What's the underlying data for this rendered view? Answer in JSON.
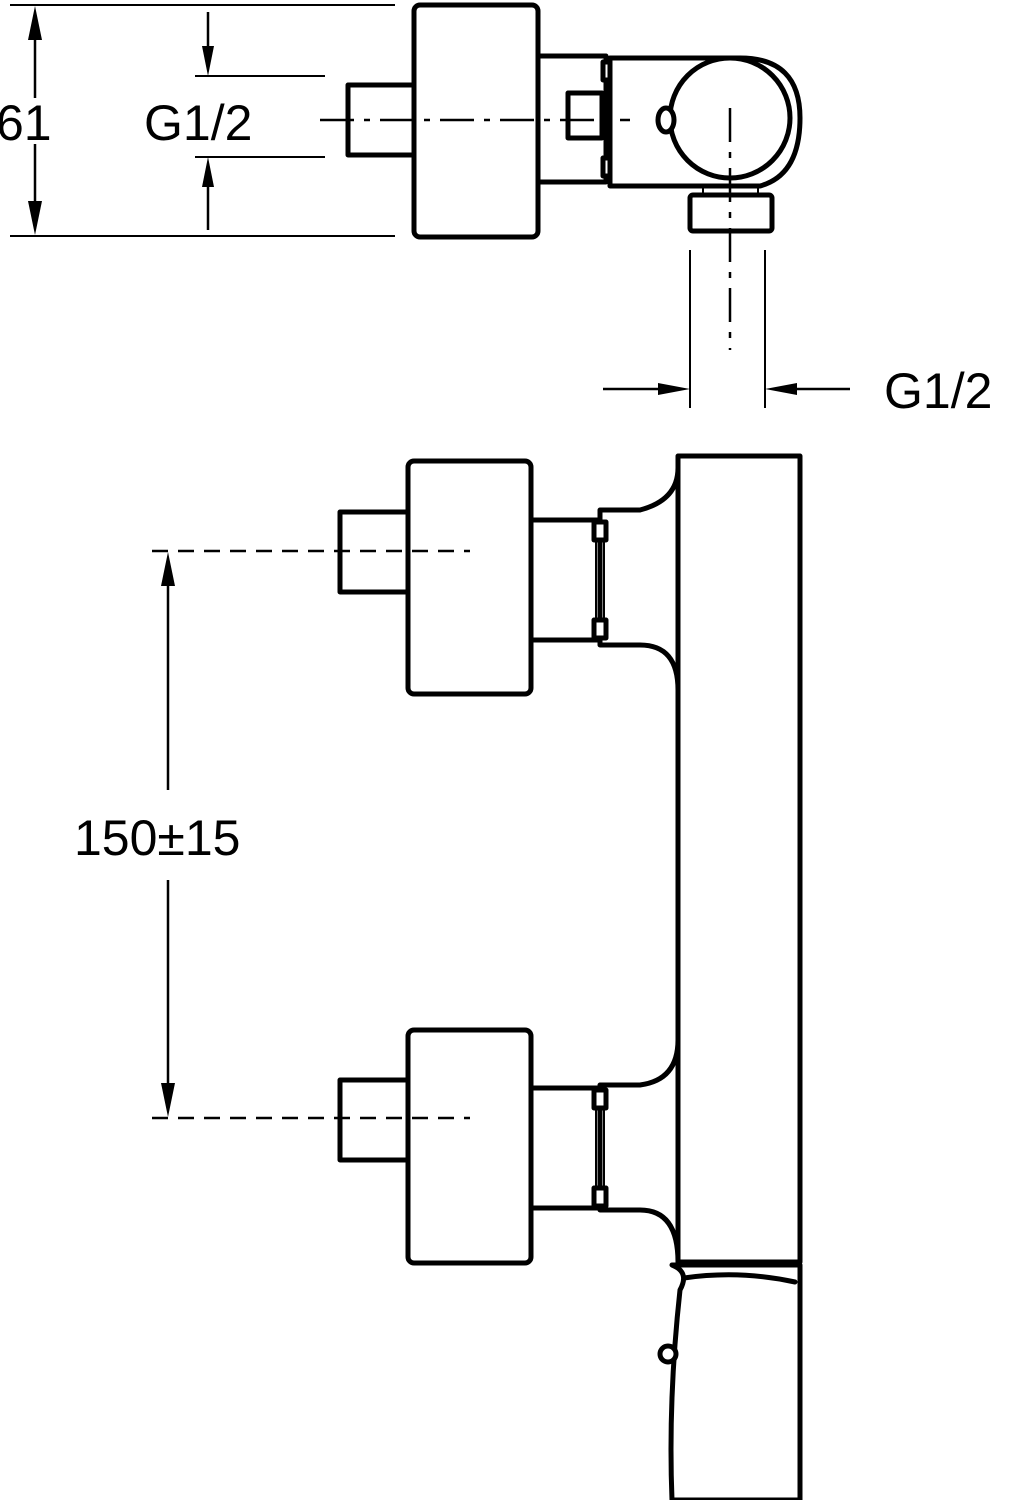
{
  "dimensions": {
    "height_top": "61",
    "inlet_thread_top": "G1/2",
    "outlet_thread": "G1/2",
    "inlet_spacing": "150±15"
  }
}
